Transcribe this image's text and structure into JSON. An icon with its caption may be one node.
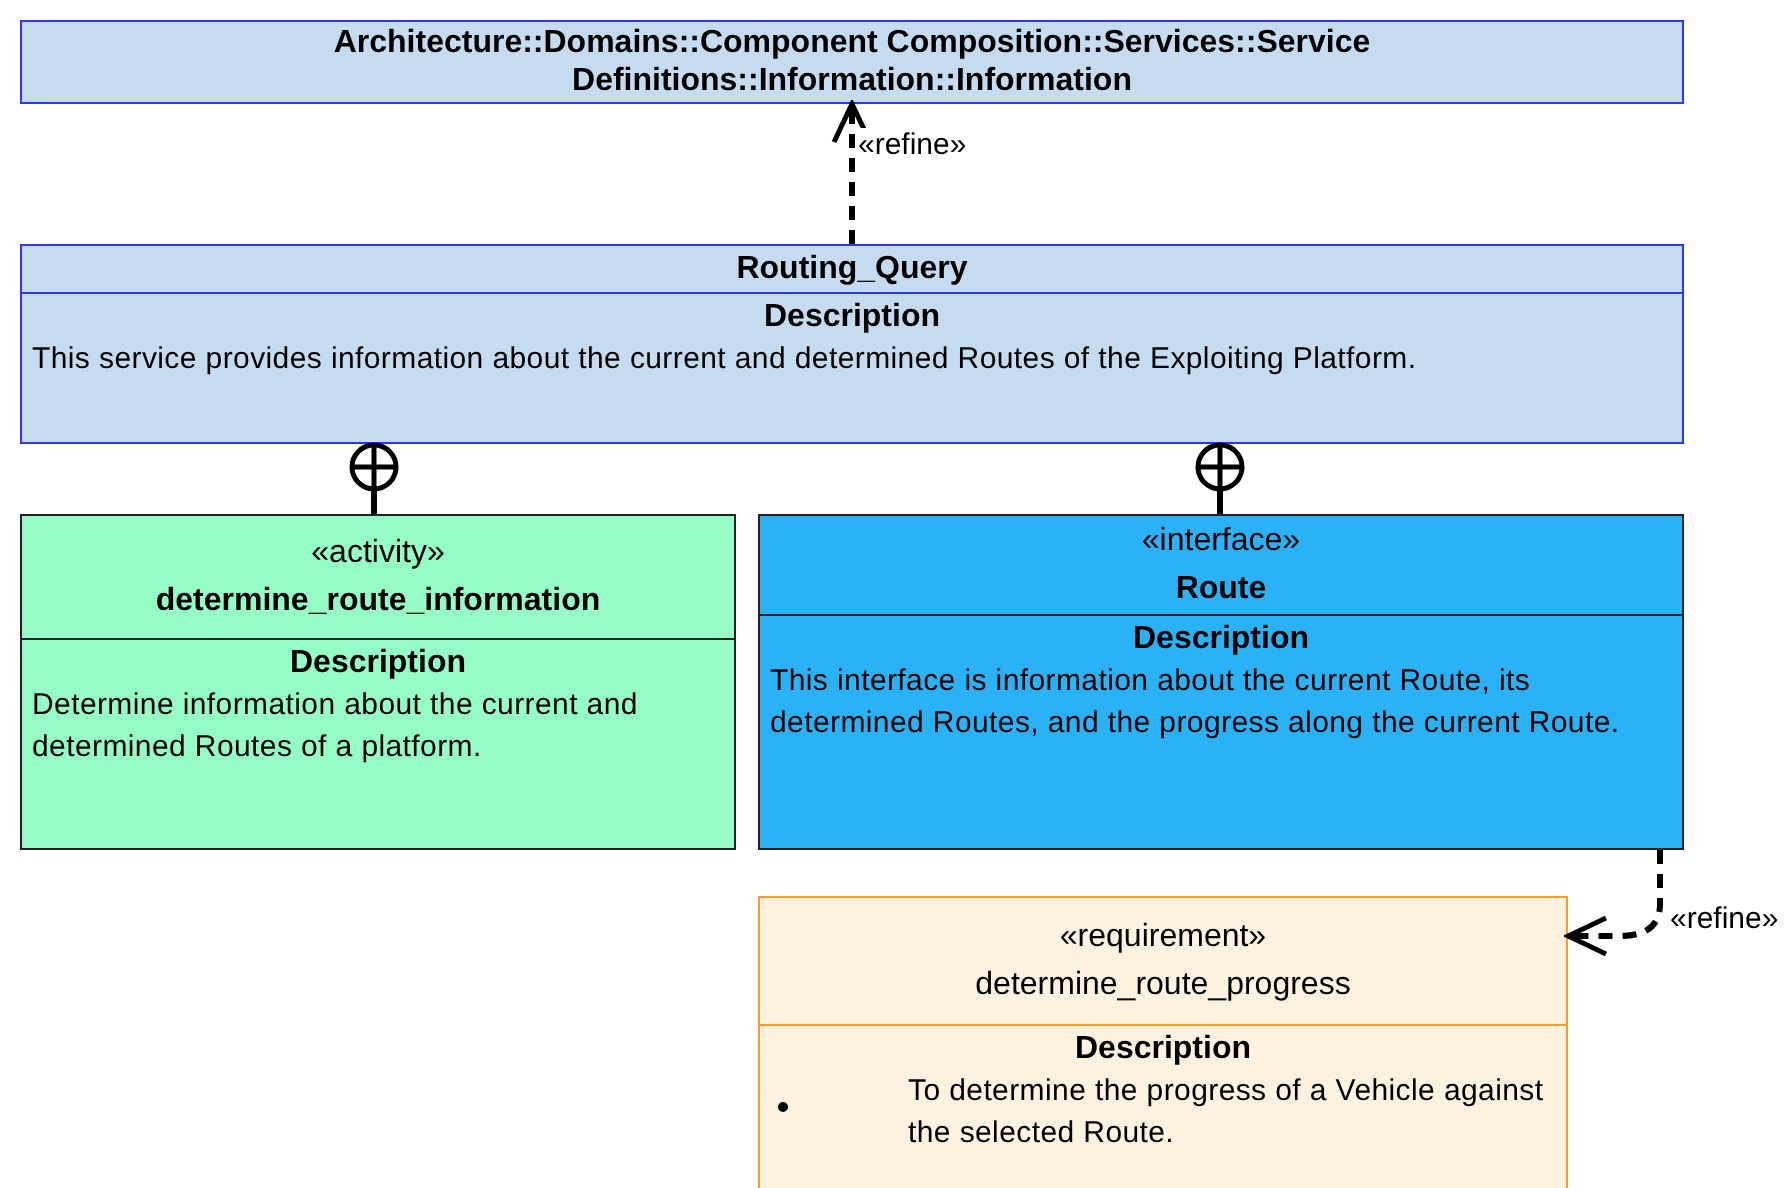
{
  "diagram": {
    "nodes": [
      {
        "text": [
          "Architecture::Domains::Component Composition::Services::Service Definitions::Information::Information"
        ]
      },
      {
        "text": [
          "Routing_Query",
          "Description",
          "This service provides information about the current and determined Routes of the Exploiting Platform."
        ]
      },
      {
        "text": [
          "«activity»",
          "determine_route_information",
          "Description",
          "Determine information about the current and determined Routes of a platform."
        ]
      },
      {
        "text": [
          "«interface»",
          "Route",
          "Description",
          "This interface is information about the current Route, its determined Routes, and the progress along the current Route."
        ]
      },
      {
        "text": [
          "«requirement»",
          "determine_route_progress",
          "Description",
          "To determine the progress of a Vehicle against the selected Route."
        ]
      }
    ],
    "edges": [
      {
        "from": 1,
        "to": 0,
        "arrow": "to",
        "style": "dashed",
        "label": "«refine»"
      },
      {
        "from": 2,
        "to": 1,
        "arrow": "other"
      },
      {
        "from": 3,
        "to": 1,
        "arrow": "other"
      },
      {
        "from": 3,
        "to": 4,
        "arrow": "to",
        "style": "dashed",
        "label": "«refine»"
      }
    ]
  }
}
